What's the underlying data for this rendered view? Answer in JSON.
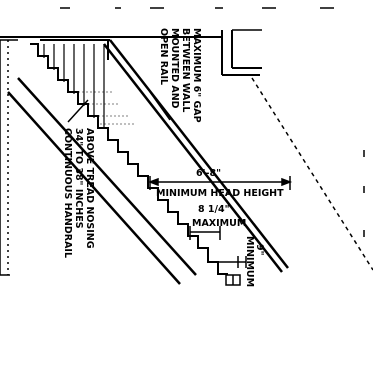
{
  "drawing": {
    "labels": {
      "max_gap": [
        "MAXIMUM 6\" GAP",
        "BETWEEN WALL",
        "MOUNTED AND",
        "OPEN RAIL"
      ],
      "handrail": [
        "CONTINUOUS HANDRAIL",
        "34\" TO 38\" INCHES",
        "ABOVE TREAD NOSING"
      ],
      "head_height_value": "6'-8\"",
      "head_height_label": "MINIMUM HEAD HEIGHT",
      "riser_value": "8 1/4\"",
      "riser_label": "MAXIMUM",
      "tread_value": "9\"",
      "tread_label": "MINIMUM"
    }
  }
}
